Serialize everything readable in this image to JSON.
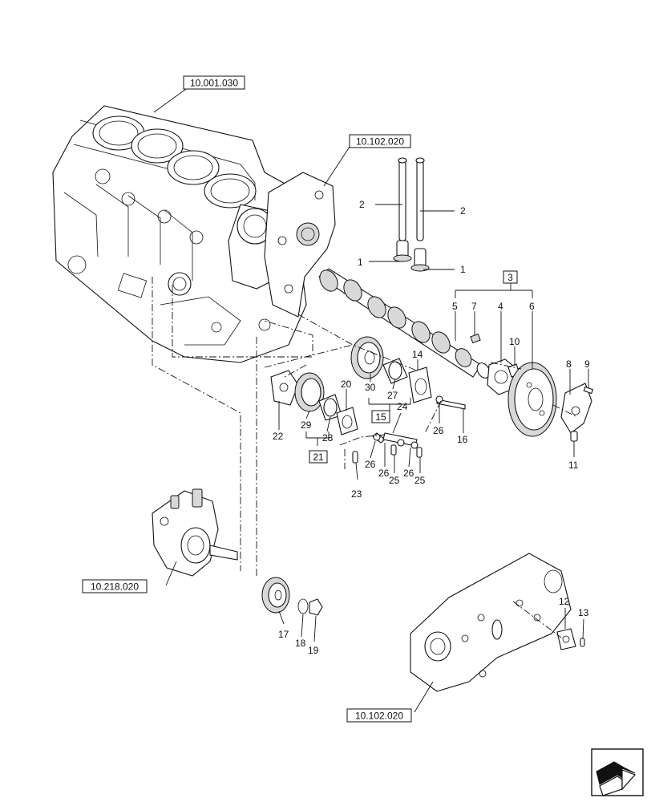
{
  "references": {
    "block": "10.001.030",
    "gear_cover_top": "10.102.020",
    "fuel_pump": "10.218.020",
    "front_cover": "10.102.020"
  },
  "boxed_labels": {
    "camshaft_assembly": "3",
    "idler_assembly": "21",
    "bushing_group": "15"
  },
  "callouts": {
    "n1": "1",
    "n2": "2",
    "n4": "4",
    "n5": "5",
    "n6": "6",
    "n7": "7",
    "n8": "8",
    "n9": "9",
    "n10": "10",
    "n11": "11",
    "n12": "12",
    "n13": "13",
    "n14": "14",
    "n16": "16",
    "n17": "17",
    "n18": "18",
    "n19": "19",
    "n20": "20",
    "n22": "22",
    "n23": "23",
    "n24": "24",
    "n25": "25",
    "n26": "26",
    "n27": "27",
    "n28": "28",
    "n29": "29",
    "n30": "30"
  },
  "icons": {
    "nav": "next-page-arrow-icon"
  }
}
